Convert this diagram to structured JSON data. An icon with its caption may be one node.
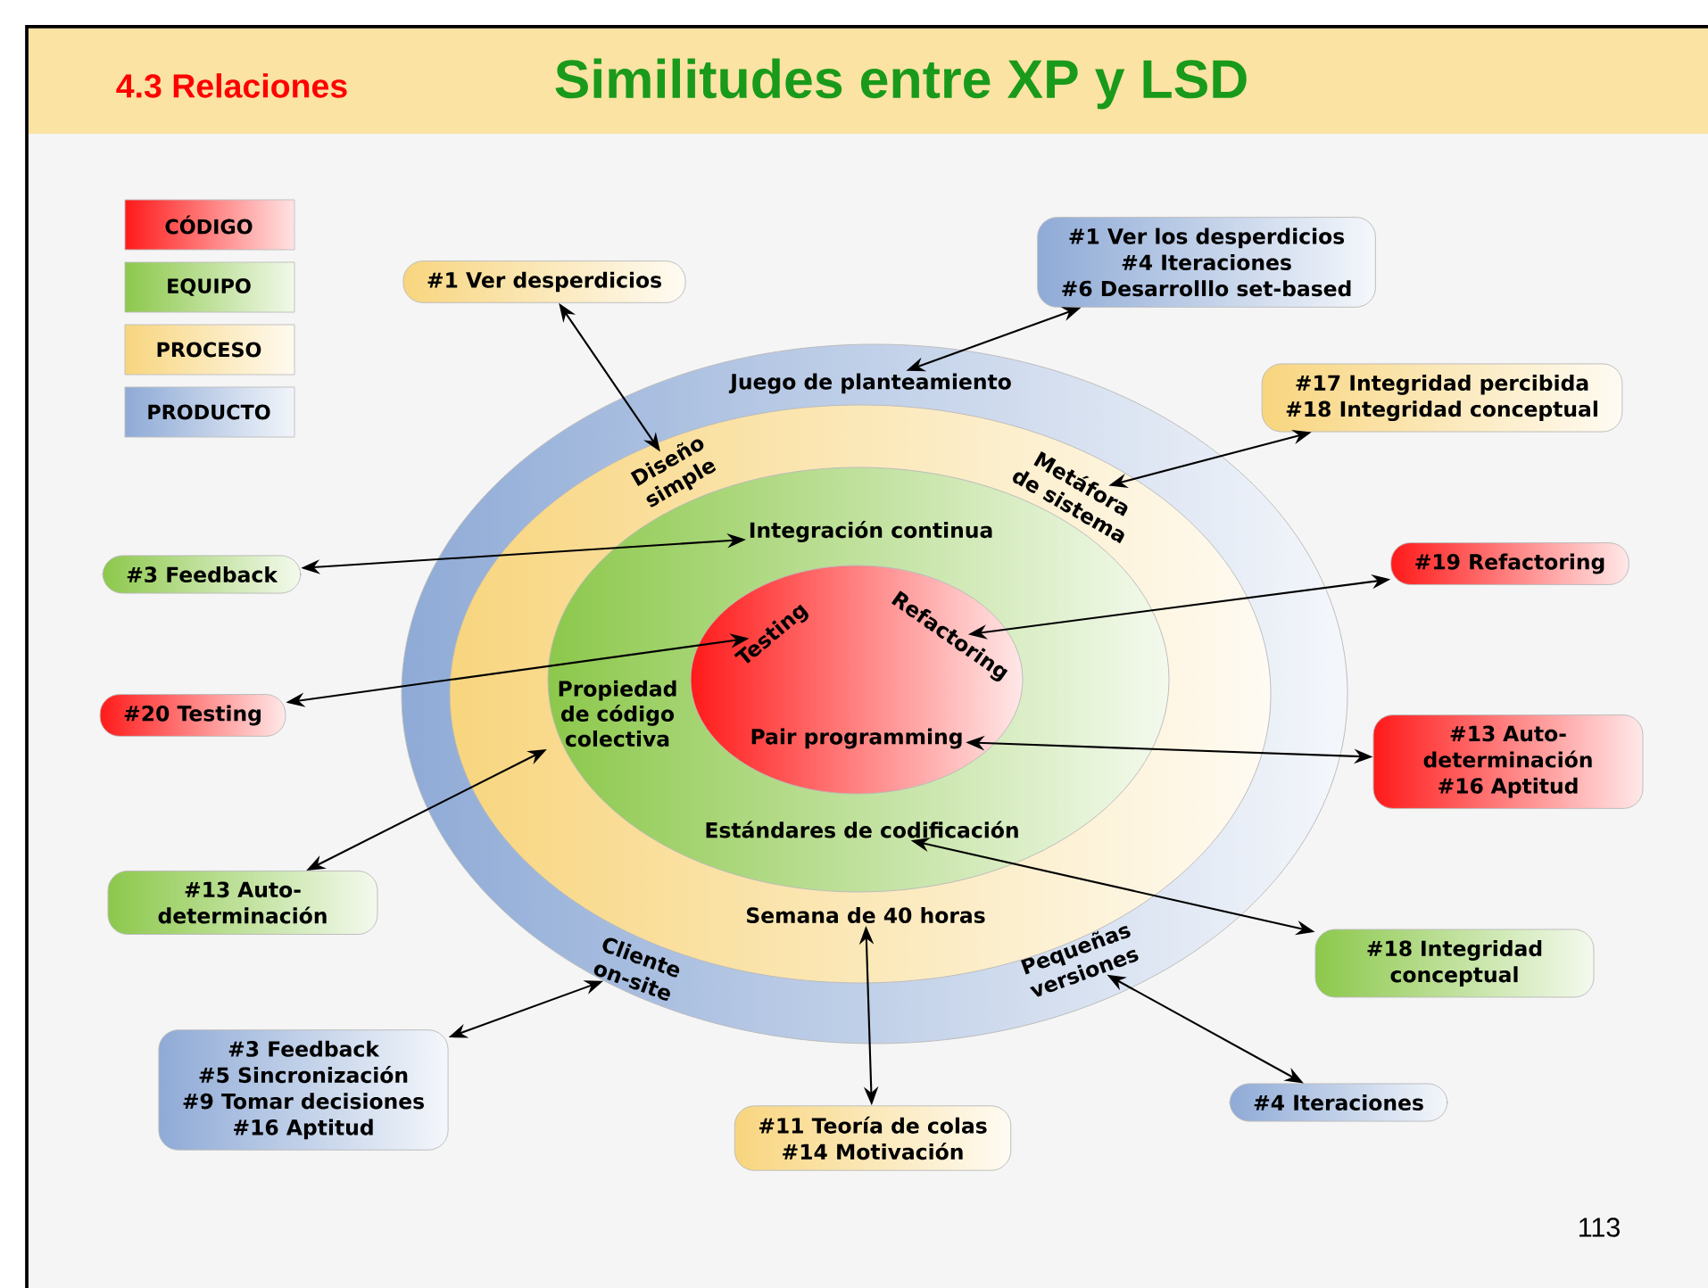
{
  "diagram": {
    "title": "Similitudes entre XP y LSD",
    "nodes": [
      {
        "text": [],
        "shape": "ellipse"
      },
      {
        "text": [
          "Juego de planteamiento"
        ],
        "in": 0
      },
      {
        "text": [
          "Cliente on-site"
        ],
        "in": 0
      },
      {
        "text": [
          "Pequeñas versiones"
        ],
        "in": 0
      },
      {
        "text": [],
        "shape": "ellipse",
        "in": 0
      },
      {
        "text": [
          "Diseño simple"
        ],
        "in": 4
      },
      {
        "text": [
          "Metáfora de sistema"
        ],
        "in": 4
      },
      {
        "text": [
          "Semana de 40 horas"
        ],
        "in": 4
      },
      {
        "text": [],
        "shape": "ellipse",
        "in": 4
      },
      {
        "text": [
          "Integración continua"
        ],
        "in": 8
      },
      {
        "text": [
          "Propiedad de código colectiva"
        ],
        "in": 8
      },
      {
        "text": [
          "Estándares de codificación"
        ],
        "in": 8
      },
      {
        "text": [],
        "shape": "ellipse",
        "in": 8
      },
      {
        "text": [
          "Testing"
        ],
        "in": 12
      },
      {
        "text": [
          "Refactoring"
        ],
        "in": 12
      },
      {
        "text": [
          "Pair programming"
        ],
        "in": 12
      },
      {
        "text": [
          "#1 Ver desperdicios"
        ]
      },
      {
        "text": [
          "#1 Ver los desperdicios",
          "#4 Iteraciones",
          "#6 Desarrolllo set-based"
        ]
      },
      {
        "text": [
          "#17 Integridad percibida",
          "#18 Integridad conceptual"
        ]
      },
      {
        "text": [
          "#3 Feedback"
        ]
      },
      {
        "text": [
          "#19 Refactoring"
        ]
      },
      {
        "text": [
          "#20 Testing"
        ]
      },
      {
        "text": [
          "#13 Auto-determinación",
          "#16 Aptitud"
        ]
      },
      {
        "text": [
          "#13 Auto-determinación"
        ]
      },
      {
        "text": [
          "#18 Integridad conceptual"
        ]
      },
      {
        "text": [
          "#3 Feedback",
          "#5 Sincronización",
          "#9 Tomar decisiones",
          "#16 Aptitud"
        ]
      },
      {
        "text": [
          "#11 Teoría de colas",
          "#14 Motivación"
        ]
      },
      {
        "text": [
          "#4 Iteraciones"
        ]
      }
    ],
    "edges": [
      {
        "from": 16,
        "to": 5,
        "arrow": "both"
      },
      {
        "from": 17,
        "to": 1,
        "arrow": "both"
      },
      {
        "from": 18,
        "to": 6,
        "arrow": "both"
      },
      {
        "from": 19,
        "to": 9,
        "arrow": "both"
      },
      {
        "from": 20,
        "to": 14,
        "arrow": "both"
      },
      {
        "from": 21,
        "to": 13,
        "arrow": "both"
      },
      {
        "from": 22,
        "to": 15,
        "arrow": "both"
      },
      {
        "from": 23,
        "to": 10,
        "arrow": "both"
      },
      {
        "from": 24,
        "to": 11,
        "arrow": "both"
      },
      {
        "from": 25,
        "to": 2,
        "arrow": "both"
      },
      {
        "from": 26,
        "to": 7,
        "arrow": "both"
      },
      {
        "from": 27,
        "to": 3,
        "arrow": "both"
      }
    ],
    "labels": [
      "4.3 Relaciones",
      "113"
    ],
    "legend": [
      {
        "text": "CÓDIGO",
        "color": "#ff1a1a"
      },
      {
        "text": "EQUIPO",
        "color": "#8cc84b"
      },
      {
        "text": "PROCESO",
        "color": "#f8d57e"
      },
      {
        "text": "PRODUCTO",
        "color": "#8eaad6"
      }
    ]
  }
}
